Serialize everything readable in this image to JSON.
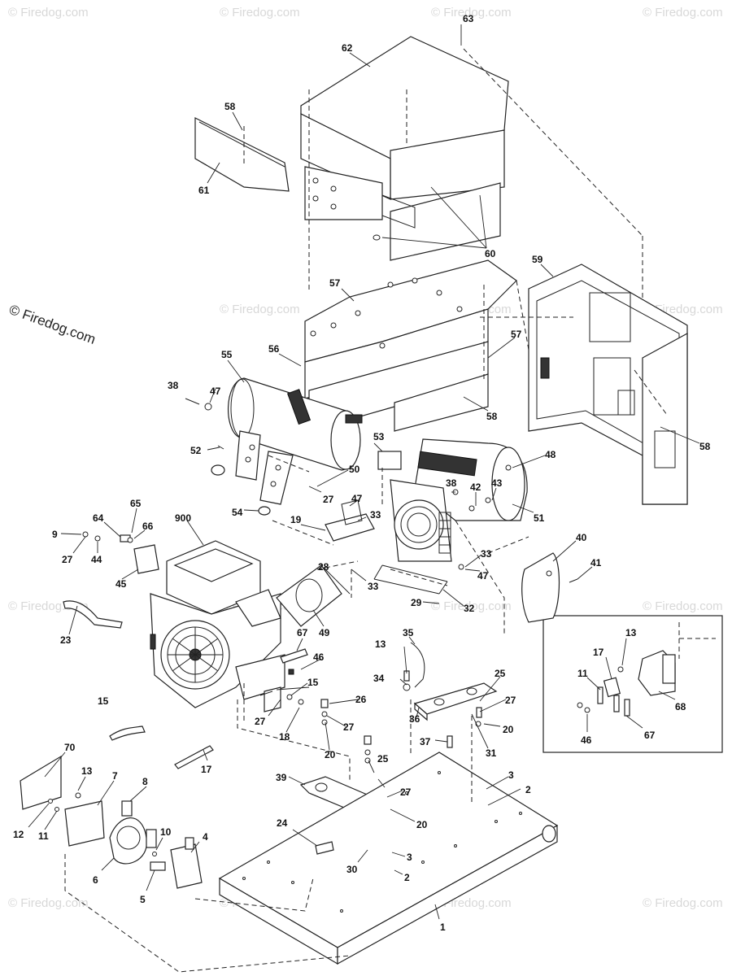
{
  "watermark": {
    "main": "© Firedog.com",
    "faint": "© Firedog.com"
  },
  "callouts": {
    "c63": "63",
    "c62": "62",
    "c58a": "58",
    "c61": "61",
    "c60": "60",
    "c59": "59",
    "c57a": "57",
    "c57b": "57",
    "c56": "56",
    "c58b": "58",
    "c58c": "58",
    "c55": "55",
    "c38a": "38",
    "c47a": "47",
    "c52": "52",
    "c53": "53",
    "c48": "48",
    "c50": "50",
    "c27a": "27",
    "c54": "54",
    "c47b": "47",
    "c38b": "38",
    "c42": "42",
    "c43": "43",
    "c51": "51",
    "c65": "65",
    "c64": "64",
    "c66": "66",
    "c9": "9",
    "c27b": "27",
    "c44": "44",
    "c45": "45",
    "c19": "19",
    "c33a": "33",
    "c33b": "33",
    "c33c": "33",
    "c47c": "47",
    "c900": "900",
    "c28": "28",
    "c40": "40",
    "c41": "41",
    "c23": "23",
    "c29": "29",
    "c32": "32",
    "c49": "49",
    "c35": "35",
    "c13a": "13",
    "c67a": "67",
    "c46a": "46",
    "c15a": "15",
    "c34": "34",
    "c25a": "25",
    "c27c": "27",
    "c26": "26",
    "c27d": "27",
    "c18": "18",
    "c36": "36",
    "c20a": "20",
    "c37": "37",
    "c31": "31",
    "c15b": "15",
    "c27e": "27",
    "c20b": "20",
    "c25b": "25",
    "c39": "39",
    "c27f": "27",
    "c20c": "20",
    "c3a": "3",
    "c2a": "2",
    "c70": "70",
    "c13b": "13",
    "c7": "7",
    "c8": "8",
    "c17a": "17",
    "c24": "24",
    "c12": "12",
    "c11a": "11",
    "c10": "10",
    "c4": "4",
    "c6": "6",
    "c5": "5",
    "c30": "30",
    "c3b": "3",
    "c2b": "2",
    "c1": "1",
    "c13c": "13",
    "c17b": "17",
    "c11b": "11",
    "c68": "68",
    "c46b": "46",
    "c67b": "67"
  }
}
